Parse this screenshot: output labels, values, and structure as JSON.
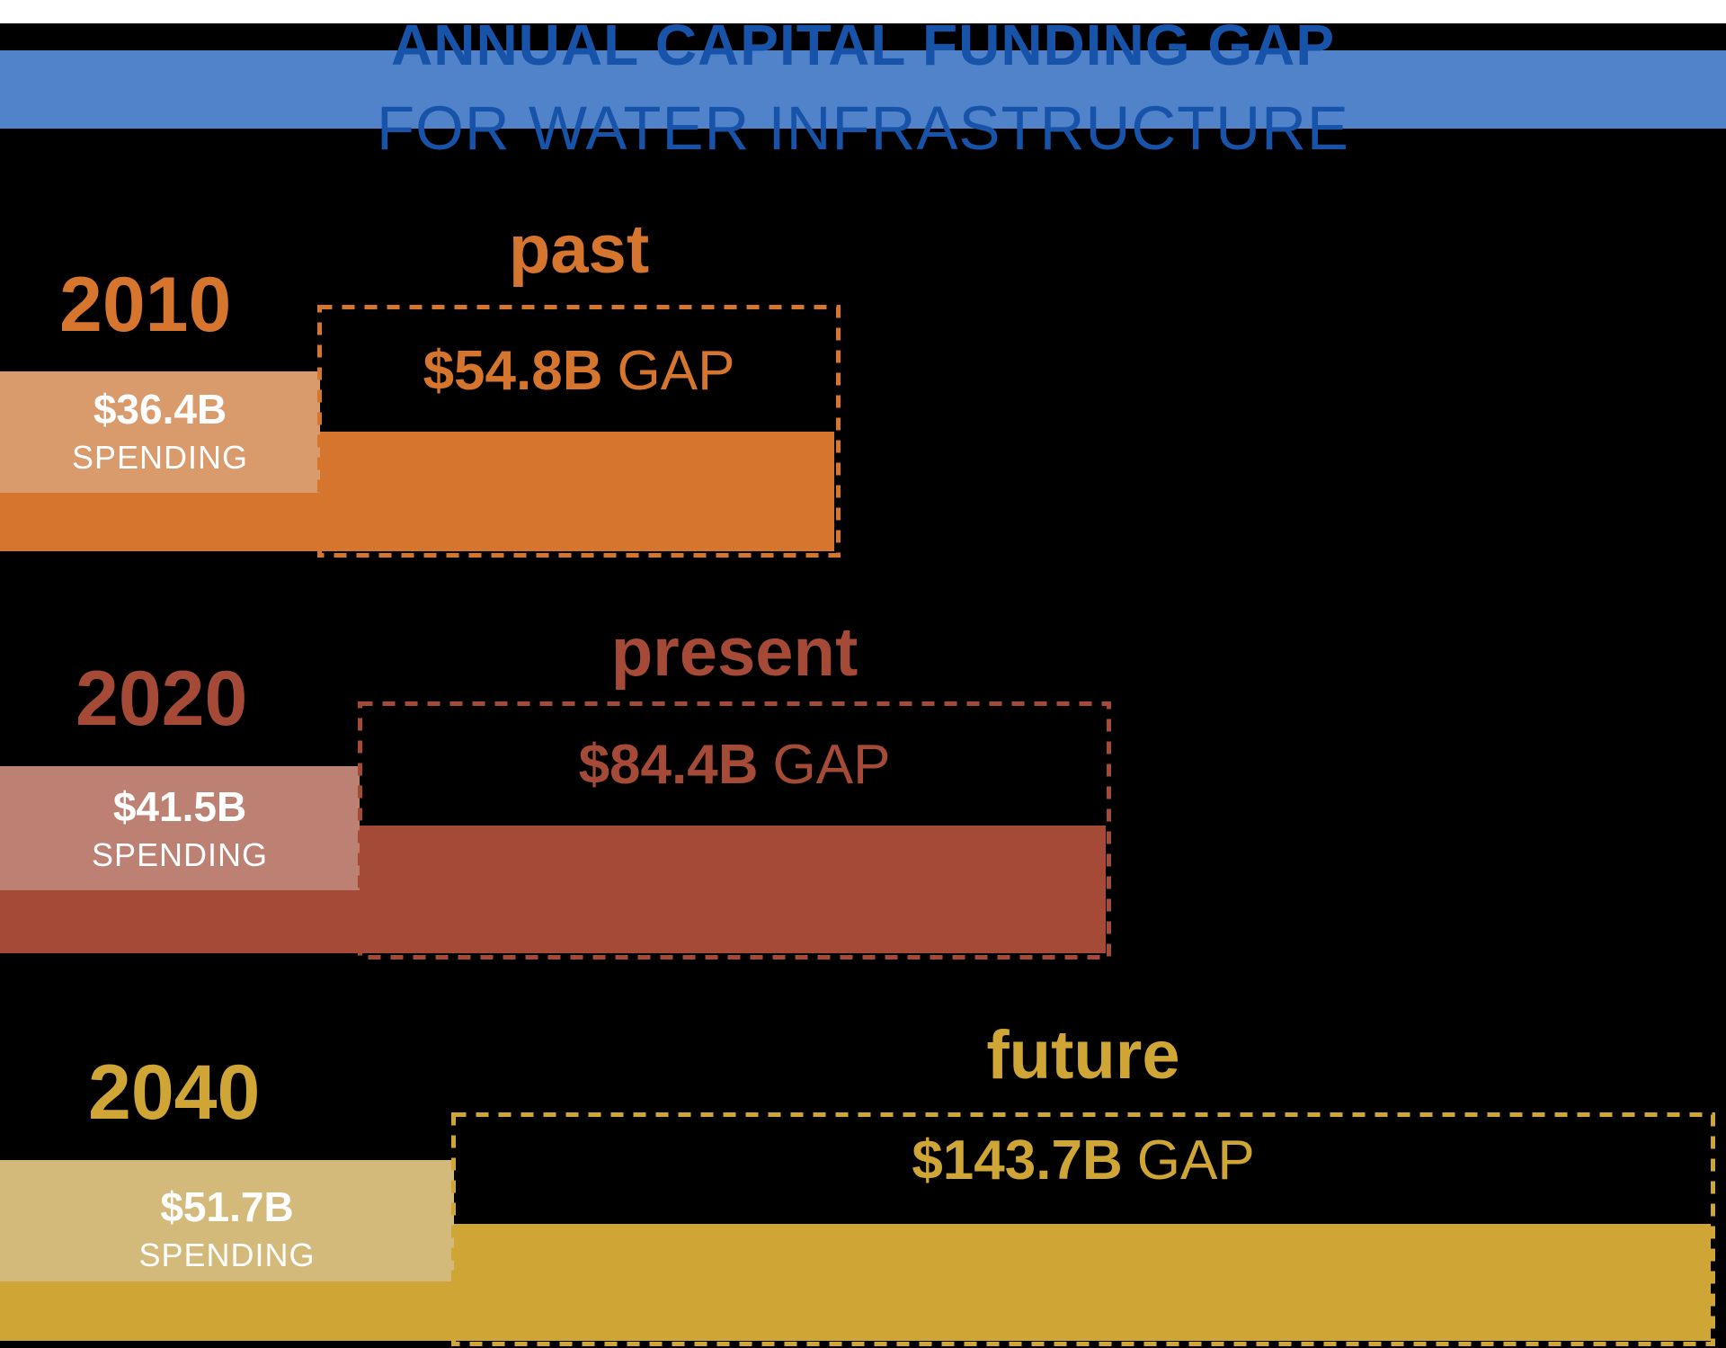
{
  "header": {
    "title": "ANNUAL CAPITAL FUNDING GAP",
    "subtitle": "FOR WATER INFRASTRUCTURE",
    "band_color": "#5083ca",
    "title_color": "#1753a9",
    "top_strip_color": "#ffffff",
    "background_color": "#000000"
  },
  "chart_data": {
    "type": "bar",
    "orientation": "horizontal",
    "title": "ANNUAL CAPITAL FUNDING GAP FOR WATER INFRASTRUCTURE",
    "unit": "billions of dollars per year",
    "categories": [
      "2010",
      "2020",
      "2040"
    ],
    "series": [
      {
        "name": "Spending",
        "values": [
          36.4,
          41.5,
          51.7
        ]
      },
      {
        "name": "Gap",
        "values": [
          54.8,
          84.4,
          143.7
        ]
      }
    ],
    "legend_position": "none",
    "grid": false,
    "rows": [
      {
        "year": "2010",
        "period": "past",
        "spending_value": 36.4,
        "spending_label": "$36.4B",
        "spending_word": "SPENDING",
        "gap_value": 54.8,
        "gap_label": "$54.8B",
        "gap_word": "GAP",
        "accent_color": "#d5752e",
        "light_color": "#d99a6c"
      },
      {
        "year": "2020",
        "period": "present",
        "spending_value": 41.5,
        "spending_label": "$41.5B",
        "spending_word": "SPENDING",
        "gap_value": 84.4,
        "gap_label": "$84.4B",
        "gap_word": "GAP",
        "accent_color": "#a54a37",
        "light_color": "#bc8173"
      },
      {
        "year": "2040",
        "period": "future",
        "spending_value": 51.7,
        "spending_label": "$51.7B",
        "spending_word": "SPENDING",
        "gap_value": 143.7,
        "gap_label": "$143.7B",
        "gap_word": "GAP",
        "accent_color": "#cfa636",
        "light_color": "#d3ba7a"
      }
    ]
  }
}
